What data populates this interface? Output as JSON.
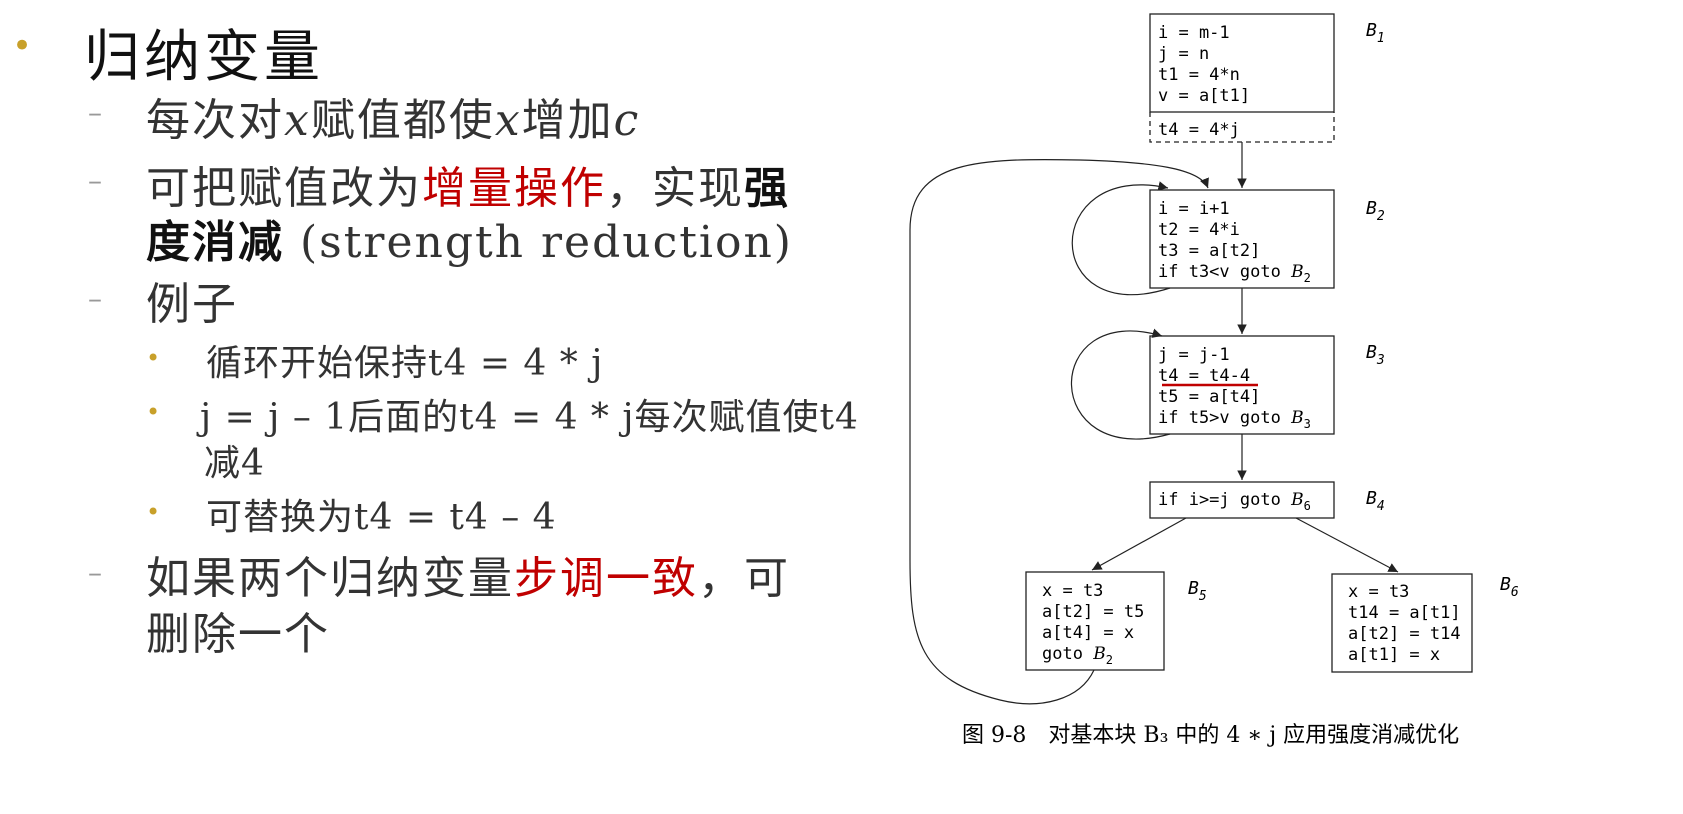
{
  "slide": {
    "title": "归纳变量",
    "items": [
      {
        "pre": "每次对",
        "v1": "x",
        "mid": "赋值都使",
        "v2": "x",
        "post": "增加",
        "v3": "c"
      },
      {
        "pre": "可把赋值改为",
        "red": "增量操作",
        "post": "，实现",
        "bold1": "强",
        "bold2": "度消减",
        "tail": " (strength reduction)"
      },
      {
        "text": "例子"
      },
      {
        "pre": "如果两个归纳变量",
        "red": "步调一致",
        "post": "，可",
        "line2": "删除一个"
      }
    ],
    "sub_items": [
      "循环开始保持t4 = 4 * j",
      "j = j – 1后面的t4 = 4 * j每次赋值使t4",
      "减4",
      "可替换为t4 = t4 – 4"
    ]
  },
  "diagram": {
    "b1": {
      "label": "B",
      "sub": "1",
      "lines": [
        "i = m-1",
        "j = n",
        "t1 = 4*n",
        "v = a[t1]"
      ],
      "extra": "t4 = 4*j"
    },
    "b2": {
      "label": "B",
      "sub": "2",
      "lines": [
        "i = i+1",
        "t2 = 4*i",
        "t3 = a[t2]",
        "if t3<v goto "
      ],
      "goto": "B",
      "goto_sub": "2"
    },
    "b3": {
      "label": "B",
      "sub": "3",
      "lines": [
        "j = j-1",
        "t4 = t4-4",
        "t5 = a[t4]",
        "if t5>v goto "
      ],
      "goto": "B",
      "goto_sub": "3"
    },
    "b4": {
      "label": "B",
      "sub": "4",
      "lines": [
        "if i>=j goto "
      ],
      "goto": "B",
      "goto_sub": "6"
    },
    "b5": {
      "label": "B",
      "sub": "5",
      "lines": [
        "x = t3",
        "a[t2] = t5",
        "a[t4] = x",
        "goto "
      ],
      "goto": "B",
      "goto_sub": "2"
    },
    "b6": {
      "label": "B",
      "sub": "6",
      "lines": [
        "x = t3",
        "t14 = a[t1]",
        "a[t2] = t14",
        "a[t1] = x"
      ]
    },
    "caption": "图 9-8　对基本块 B₃ 中的 4 ∗ j 应用强度消减优化"
  }
}
